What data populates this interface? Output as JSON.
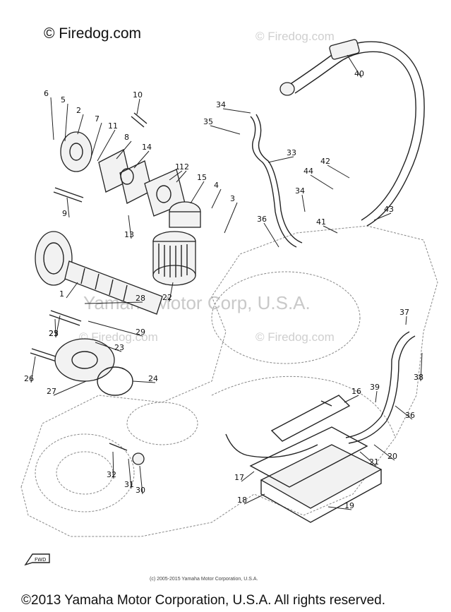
{
  "header": {
    "brand": "© Firedog.com"
  },
  "watermarks": {
    "top_right": "© Firedog.com",
    "mid": "© Firedog.com",
    "right": "© Firedog.com",
    "corp": "Yamaha Motor Corp, U.S.A."
  },
  "footer": {
    "small_copyright": "(c) 2005-2015 Yamaha Motor Corporation, U.S.A.",
    "copyright": "©2013 Yamaha Motor Corporation, U.S.A. All rights reserved."
  },
  "fwd_label": "FWD",
  "callouts": [
    "1",
    "1",
    "2",
    "3",
    "4",
    "5",
    "6",
    "7",
    "8",
    "9",
    "10",
    "11",
    "12",
    "13",
    "14",
    "15",
    "16",
    "17",
    "18",
    "19",
    "20",
    "21",
    "22",
    "23",
    "23",
    "24",
    "25",
    "26",
    "27",
    "28",
    "29",
    "30",
    "31",
    "32",
    "33",
    "34",
    "34",
    "35",
    "36",
    "36",
    "37",
    "38",
    "39",
    "40",
    "41",
    "42",
    "43",
    "44"
  ]
}
